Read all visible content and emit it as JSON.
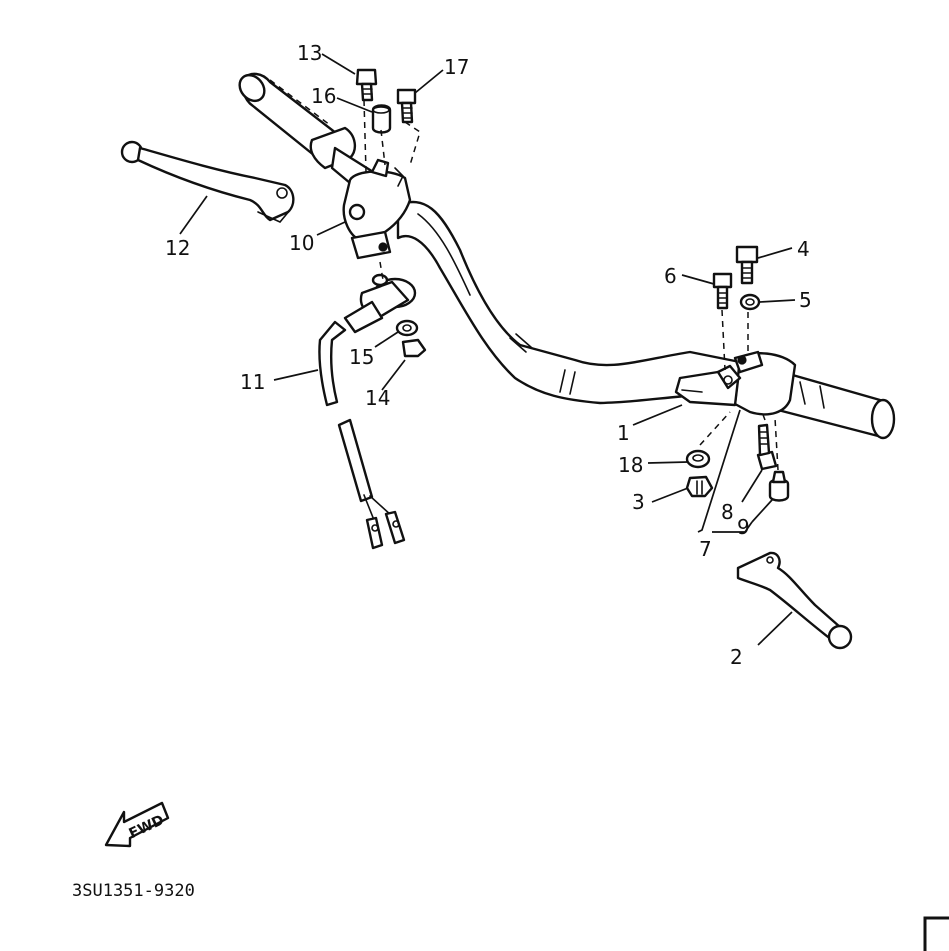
{
  "diagram": {
    "drawing_number": "3SU1351-9320",
    "fwd_label": "FWD",
    "callouts": [
      {
        "id": "n1",
        "text": "1"
      },
      {
        "id": "n2",
        "text": "2"
      },
      {
        "id": "n3",
        "text": "3"
      },
      {
        "id": "n4",
        "text": "4"
      },
      {
        "id": "n5",
        "text": "5"
      },
      {
        "id": "n6",
        "text": "6"
      },
      {
        "id": "n7",
        "text": "7"
      },
      {
        "id": "n8",
        "text": "8"
      },
      {
        "id": "n9",
        "text": "9"
      },
      {
        "id": "n10",
        "text": "10"
      },
      {
        "id": "n11",
        "text": "11"
      },
      {
        "id": "n12",
        "text": "12"
      },
      {
        "id": "n13",
        "text": "13"
      },
      {
        "id": "n14",
        "text": "14"
      },
      {
        "id": "n15",
        "text": "15"
      },
      {
        "id": "n16",
        "text": "16"
      },
      {
        "id": "n17",
        "text": "17"
      },
      {
        "id": "n18",
        "text": "18"
      }
    ]
  },
  "colors": {
    "ink": "#111111",
    "paper": "#ffffff"
  }
}
